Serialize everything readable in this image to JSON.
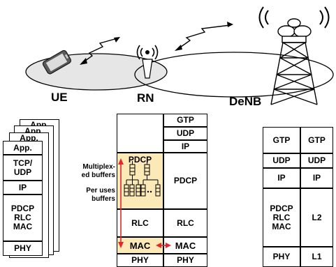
{
  "labels": {
    "ue": "UE",
    "rn": "RN",
    "denb": "DeNB"
  },
  "ue_stack": {
    "back_tabs": [
      "App.",
      "App.",
      "App."
    ],
    "app": "App.",
    "transport": "TCP/\nUDP",
    "ip": "IP",
    "l2": "PDCP\nRLC\nMAC",
    "phy": "PHY"
  },
  "rn_stack": {
    "left": {
      "pdcp": "PDCP",
      "rlc": "RLC",
      "mac": "MAC",
      "phy": "PHY"
    },
    "right": {
      "gtp": "GTP",
      "udp": "UDP",
      "ip": "IP",
      "pdcp": "PDCP",
      "rlc": "RLC",
      "mac": "MAC",
      "phy": "PHY"
    },
    "multiplexed_buffers": "Multiplex-\ned buffers",
    "per_user_buffers": "Per uses\nbuffers"
  },
  "denb_stack": {
    "left": [
      "GTP",
      "UDP",
      "IP",
      "PDCP\nRLC\nMAC",
      "PHY"
    ],
    "right": [
      "GTP",
      "UDP",
      "IP",
      "L2",
      "L1"
    ]
  },
  "colors": {
    "highlight": "#fce9b8",
    "arrow_red": "#e8262b",
    "border": "#000000"
  }
}
